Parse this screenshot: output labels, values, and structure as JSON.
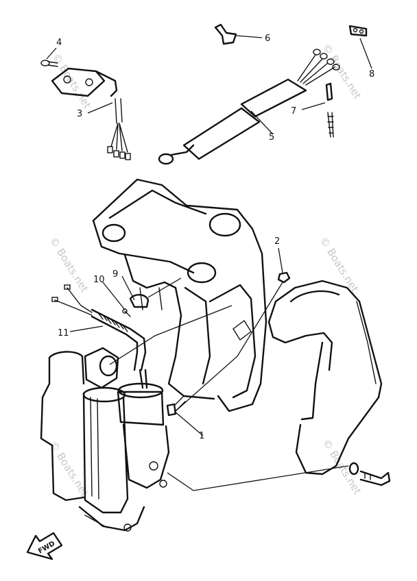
{
  "callouts": [
    "1",
    "2",
    "3",
    "4",
    "5",
    "6",
    "7",
    "8",
    "9",
    "10",
    "11"
  ],
  "fwd_label": "FWD",
  "watermark": "© Boats.net"
}
